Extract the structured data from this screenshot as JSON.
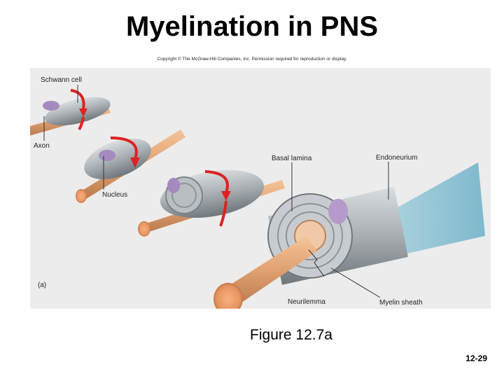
{
  "title": "Myelination in PNS",
  "copyright": "Copyright © The McGraw-Hill Companies, Inc. Permission required for reproduction or display.",
  "labels": {
    "schwann_cell": "Schwann cell",
    "axon": "Axon",
    "nucleus": "Nucleus",
    "basal_lamina": "Basal lamina",
    "endoneurium": "Endoneurium",
    "panel": "(a)",
    "neurilemma": "Neurilemma",
    "myelin_sheath": "Myelin sheath"
  },
  "caption": "Figure 12.7a",
  "page_number": "12-29",
  "colors": {
    "axon": "#e0a070",
    "schwann_body": "#a8aeb2",
    "nucleus": "#a58ac0",
    "arrow": "#dd2222",
    "endoneurium": "#8fc3d3",
    "figure_bg": "#ececec"
  }
}
